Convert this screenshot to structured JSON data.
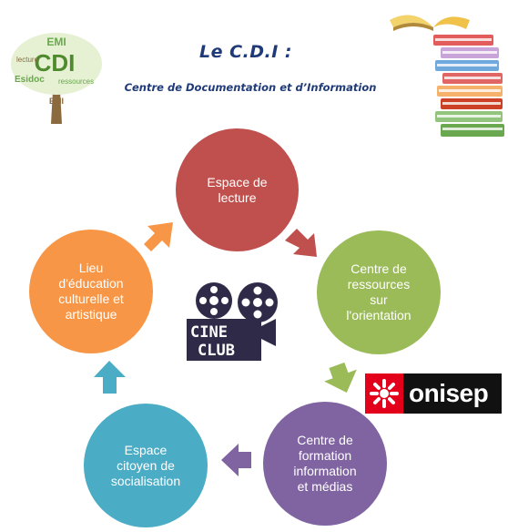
{
  "header": {
    "title": "Le C.D.I :",
    "subtitle": "Centre de Documentation et d’Information"
  },
  "tree_logo": {
    "words": [
      "EMI",
      "CDI",
      "lecture",
      "Esidoc",
      "ressources",
      "EMI"
    ]
  },
  "cycle": [
    {
      "id": "lecture",
      "lines": [
        "Espace de",
        "lecture"
      ],
      "color": "#c0504d"
    },
    {
      "id": "orientation",
      "lines": [
        "Centre de",
        "ressources",
        "sur",
        "l'orientation"
      ],
      "color": "#9bbb59"
    },
    {
      "id": "formation",
      "lines": [
        "Centre de",
        "formation",
        "information",
        "et médias"
      ],
      "color": "#8064a2"
    },
    {
      "id": "citoyen",
      "lines": [
        "Espace",
        "citoyen de",
        "socialisation"
      ],
      "color": "#4bacc6"
    },
    {
      "id": "culture",
      "lines": [
        "Lieu",
        "d'éducation",
        "culturelle et",
        "artistique"
      ],
      "color": "#f79646"
    }
  ],
  "cine_logo": {
    "line1": "CINE",
    "line2": "CLUB"
  },
  "onisep_logo": {
    "text": "onisep",
    "color": "#e2001a"
  }
}
